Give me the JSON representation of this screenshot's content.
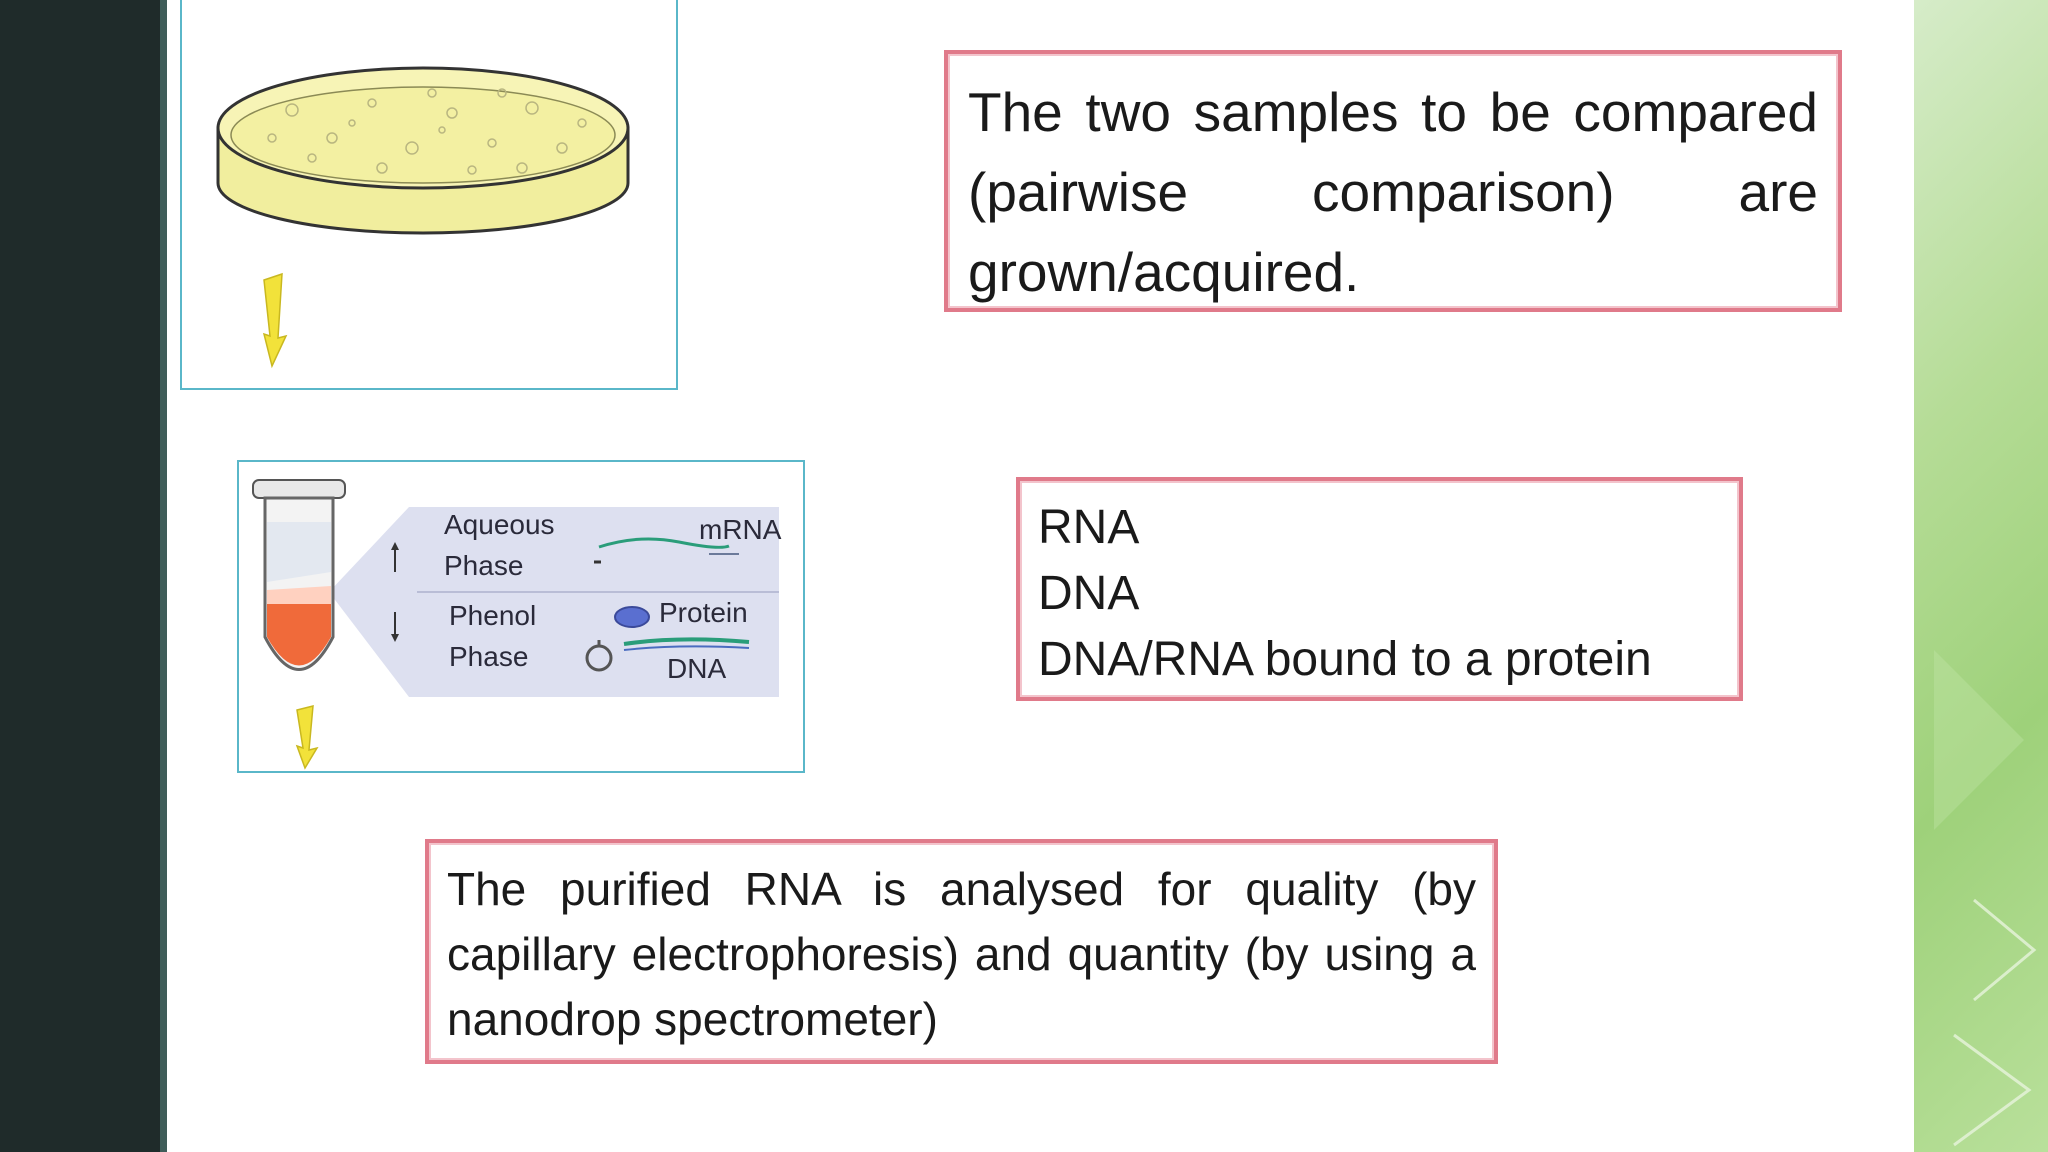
{
  "boxes": {
    "box1_text": "The two samples to be compared (pairwise comparison) are grown/acquired.",
    "box2_lines": [
      "RNA",
      "DNA",
      "DNA/RNA bound to a protein"
    ],
    "box3_text": "The purified RNA is analysed for quality (by capillary electrophoresis) and quantity (by using a nanodrop spectrometer)"
  },
  "figure": {
    "aqueous_line1": "Aqueous",
    "aqueous_line2": "Phase",
    "phenol_line1": "Phenol",
    "phenol_line2": "Phase",
    "mrna": "mRNA",
    "protein": "Protein",
    "dna": "DNA"
  },
  "colors": {
    "box_border": "#e07a8a",
    "figure_border": "#5ab7c9",
    "left_bar": "#1f2b2a",
    "arrow": "#f2e23a"
  }
}
